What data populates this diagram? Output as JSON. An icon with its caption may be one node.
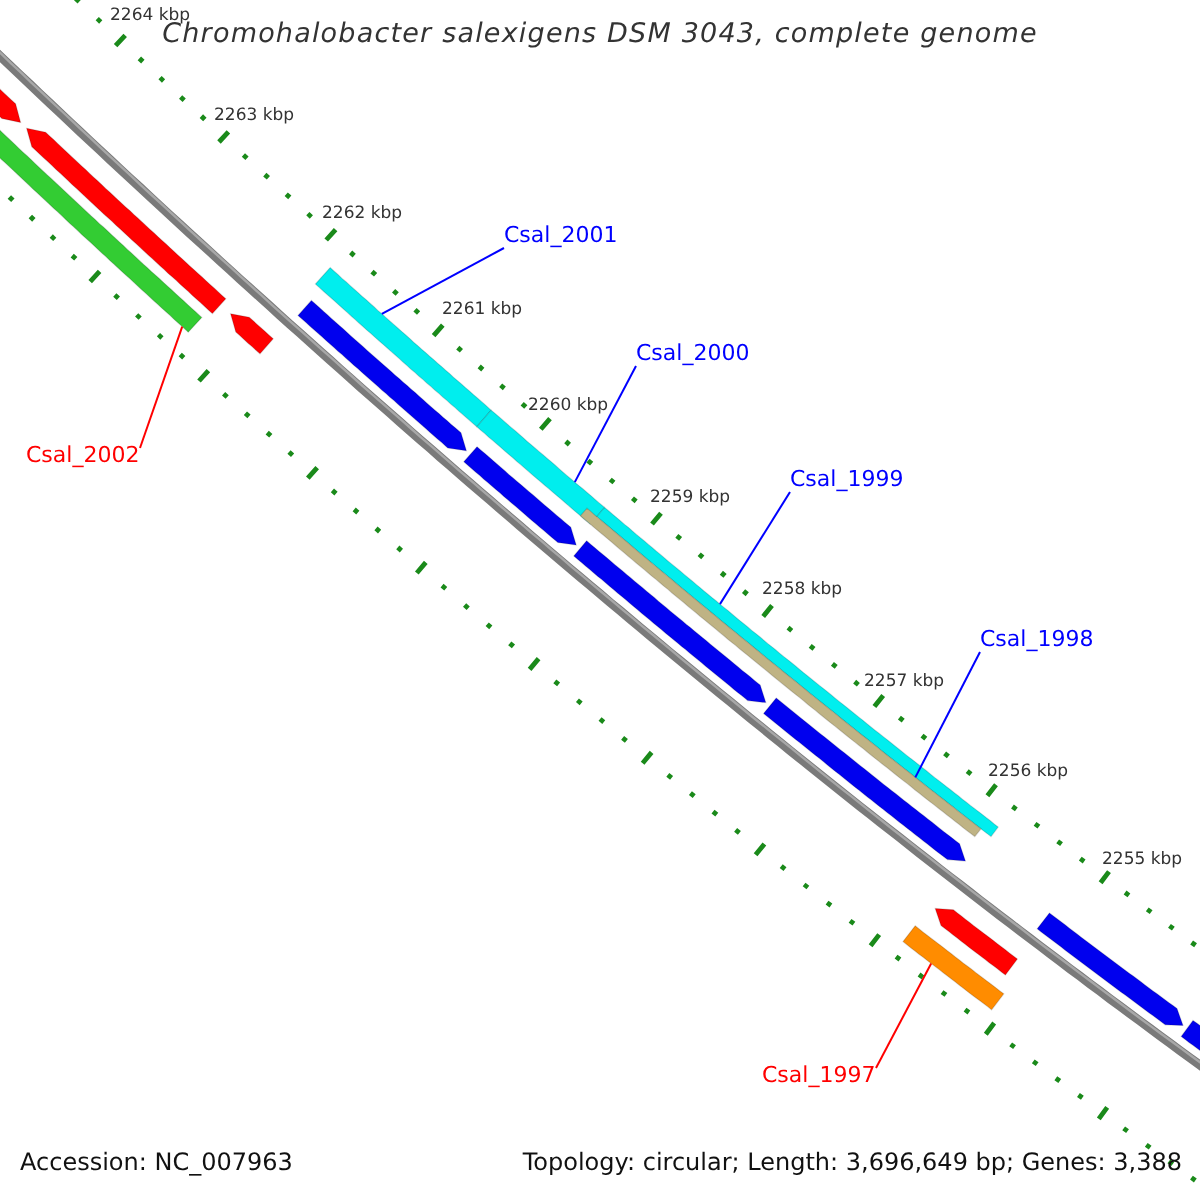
{
  "diagram": {
    "title": "Chromohalobacter salexigens DSM 3043, complete genome",
    "nodes": [
      {
        "text": [
          "Csal_2001"
        ]
      },
      {
        "text": [
          "Csal_2000"
        ]
      },
      {
        "text": [
          "Csal_1999"
        ]
      },
      {
        "text": [
          "Csal_1998"
        ]
      },
      {
        "text": [
          "Csal_2002"
        ]
      },
      {
        "text": [
          "Csal_1997"
        ]
      },
      {
        "text": [],
        "shape": "bar"
      },
      {
        "text": [],
        "shape": "bar"
      },
      {
        "text": [],
        "shape": "bar"
      },
      {
        "text": [],
        "shape": "bar"
      },
      {
        "text": [],
        "shape": "bar"
      },
      {
        "text": [],
        "shape": "bar"
      },
      {
        "text": [],
        "shape": "bar"
      },
      {
        "text": [],
        "shape": "bar"
      },
      {
        "text": [],
        "shape": "bar"
      },
      {
        "text": [],
        "shape": "bar"
      },
      {
        "text": [],
        "shape": "bar"
      },
      {
        "text": [],
        "shape": "bar"
      },
      {
        "text": [],
        "shape": "bar"
      },
      {
        "text": [],
        "shape": "bar"
      },
      {
        "text": [],
        "shape": "bar"
      },
      {
        "text": [],
        "shape": "bar"
      }
    ],
    "edges": [
      {
        "from": 0,
        "to": 11,
        "arrow": "none"
      },
      {
        "from": 1,
        "to": 13,
        "arrow": "none"
      },
      {
        "from": 2,
        "to": 15,
        "arrow": "none"
      },
      {
        "from": 3,
        "to": 16,
        "arrow": "none"
      },
      {
        "from": 4,
        "to": 8,
        "arrow": "none",
        "color": "#ff0000"
      },
      {
        "from": 5,
        "to": 19,
        "arrow": "none",
        "color": "#ff0000"
      }
    ],
    "labels": [
      "2264 kbp",
      "2263 kbp",
      "2262 kbp",
      "2261 kbp",
      "2260 kbp",
      "2259 kbp",
      "2258 kbp",
      "2257 kbp",
      "2256 kbp",
      "2255 kbp",
      "Accession: NC_007963",
      "Topology: circular; Length: 3,696,649 bp; Genes: 3,388"
    ]
  }
}
